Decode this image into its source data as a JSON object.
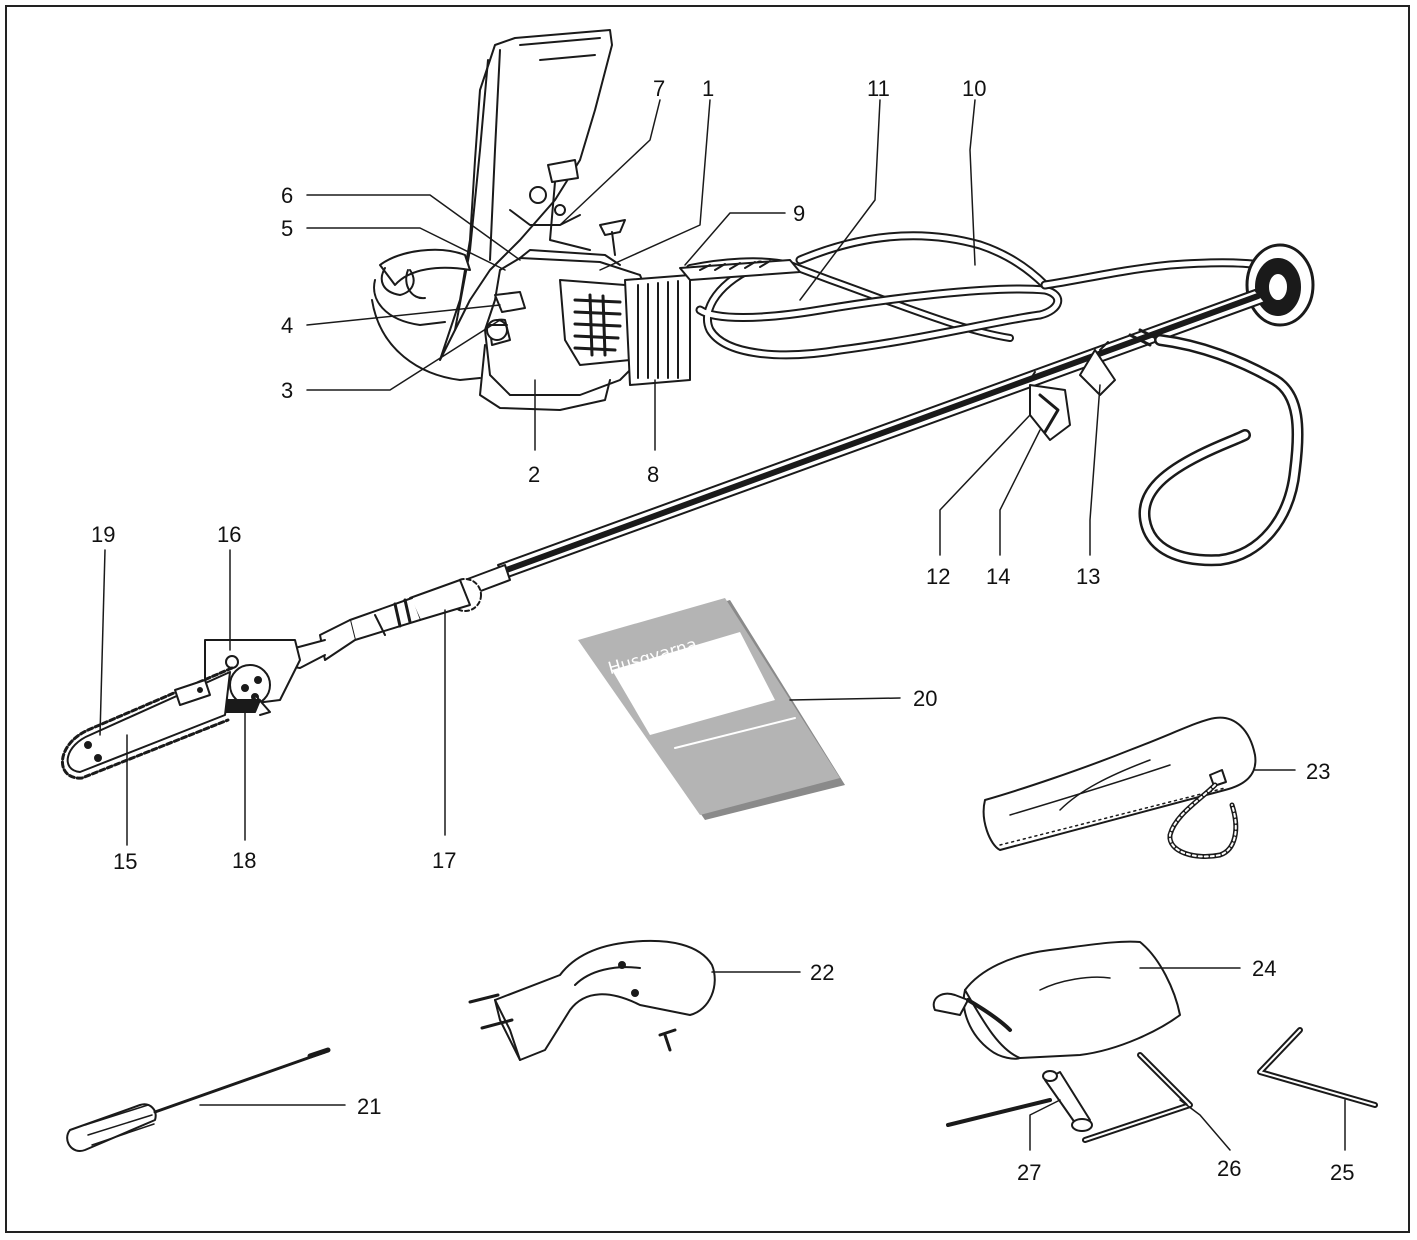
{
  "manual_brand": "Husqvarna",
  "colors": {
    "line": "#1a1a1a",
    "manual": "#b4b4b4",
    "manual_dark": "#8a8a8a",
    "fill": "#ffffff"
  },
  "callouts": [
    {
      "id": "1",
      "text": "1"
    },
    {
      "id": "2",
      "text": "2"
    },
    {
      "id": "3",
      "text": "3"
    },
    {
      "id": "4",
      "text": "4"
    },
    {
      "id": "5",
      "text": "5"
    },
    {
      "id": "6",
      "text": "6"
    },
    {
      "id": "7",
      "text": "7"
    },
    {
      "id": "8",
      "text": "8"
    },
    {
      "id": "9",
      "text": "9"
    },
    {
      "id": "10",
      "text": "10"
    },
    {
      "id": "11",
      "text": "11"
    },
    {
      "id": "12",
      "text": "12"
    },
    {
      "id": "13",
      "text": "13"
    },
    {
      "id": "14",
      "text": "14"
    },
    {
      "id": "15",
      "text": "15"
    },
    {
      "id": "16",
      "text": "16"
    },
    {
      "id": "17",
      "text": "17"
    },
    {
      "id": "18",
      "text": "18"
    },
    {
      "id": "19",
      "text": "19"
    },
    {
      "id": "20",
      "text": "20"
    },
    {
      "id": "21",
      "text": "21"
    },
    {
      "id": "22",
      "text": "22"
    },
    {
      "id": "23",
      "text": "23"
    },
    {
      "id": "24",
      "text": "24"
    },
    {
      "id": "25",
      "text": "25"
    },
    {
      "id": "26",
      "text": "26"
    },
    {
      "id": "27",
      "text": "27"
    }
  ]
}
